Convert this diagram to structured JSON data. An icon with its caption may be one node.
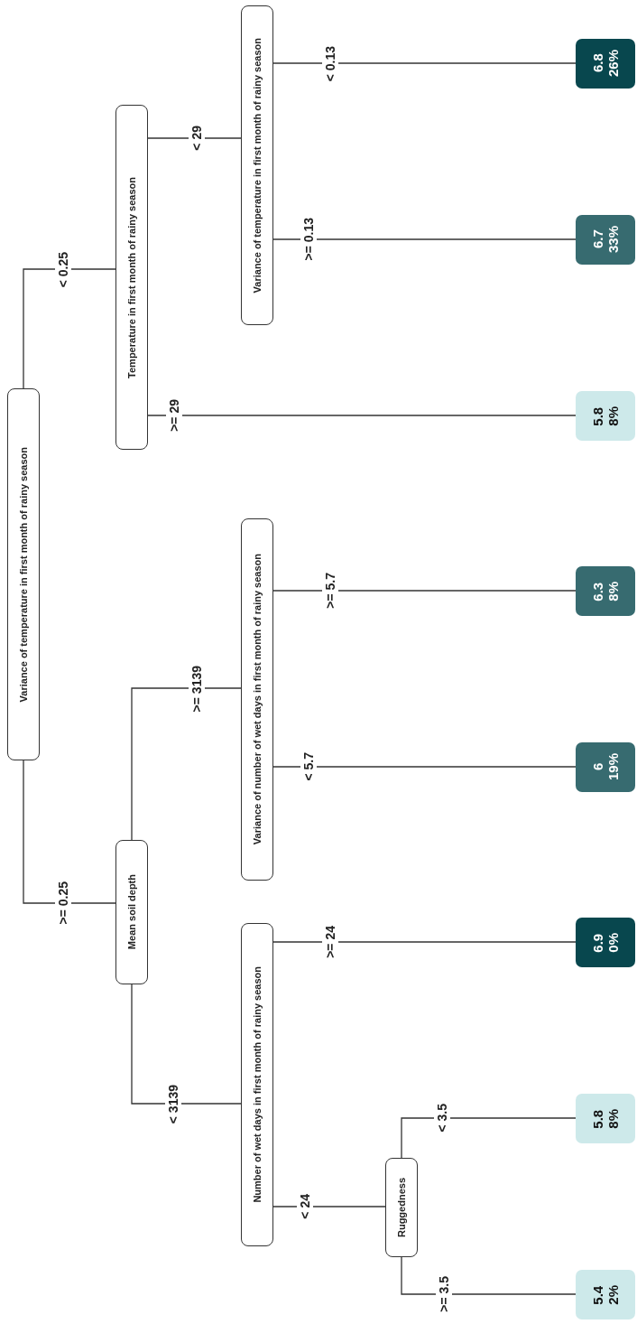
{
  "diagram": {
    "nodes": [
      {
        "text": [
          "Variance of temperature in first month of rainy season"
        ]
      },
      {
        "text": [
          "Temperature in first month of rainy season"
        ]
      },
      {
        "text": [
          "Mean soil depth"
        ]
      },
      {
        "text": [
          "Variance of temperature in first month of rainy season"
        ]
      },
      {
        "text": [
          "Variance of number of wet days in first month of rainy season"
        ]
      },
      {
        "text": [
          "Number of wet days in first month of rainy season"
        ]
      },
      {
        "text": [
          "Ruggedness"
        ]
      },
      {
        "text": [
          "6.8",
          "26%"
        ]
      },
      {
        "text": [
          "6.7",
          "33%"
        ]
      },
      {
        "text": [
          "5.8",
          "8%"
        ]
      },
      {
        "text": [
          "6.3",
          "8%"
        ]
      },
      {
        "text": [
          "6",
          "19%"
        ]
      },
      {
        "text": [
          "6.9",
          "0%"
        ]
      },
      {
        "text": [
          "5.8",
          "8%"
        ]
      },
      {
        "text": [
          "5.4",
          "2%"
        ]
      }
    ],
    "edges": [
      {
        "from": 0,
        "to": 1,
        "label": "< 0.25",
        "arrow": "none"
      },
      {
        "from": 0,
        "to": 2,
        "label": ">= 0.25",
        "arrow": "none"
      },
      {
        "from": 1,
        "to": 3,
        "label": "< 29",
        "arrow": "none"
      },
      {
        "from": 1,
        "to": 9,
        "label": ">= 29",
        "arrow": "none"
      },
      {
        "from": 3,
        "to": 7,
        "label": "< 0.13",
        "arrow": "none"
      },
      {
        "from": 3,
        "to": 8,
        "label": ">= 0.13",
        "arrow": "none"
      },
      {
        "from": 2,
        "to": 4,
        "label": ">= 3139",
        "arrow": "none"
      },
      {
        "from": 2,
        "to": 5,
        "label": "< 3139",
        "arrow": "none"
      },
      {
        "from": 4,
        "to": 10,
        "label": ">= 5.7",
        "arrow": "none"
      },
      {
        "from": 4,
        "to": 11,
        "label": "< 5.7",
        "arrow": "none"
      },
      {
        "from": 5,
        "to": 12,
        "label": ">= 24",
        "arrow": "none"
      },
      {
        "from": 5,
        "to": 6,
        "label": "< 24",
        "arrow": "none"
      },
      {
        "from": 6,
        "to": 13,
        "label": "< 3.5",
        "arrow": "none"
      },
      {
        "from": 6,
        "to": 14,
        "label": ">= 3.5",
        "arrow": "none"
      }
    ]
  }
}
